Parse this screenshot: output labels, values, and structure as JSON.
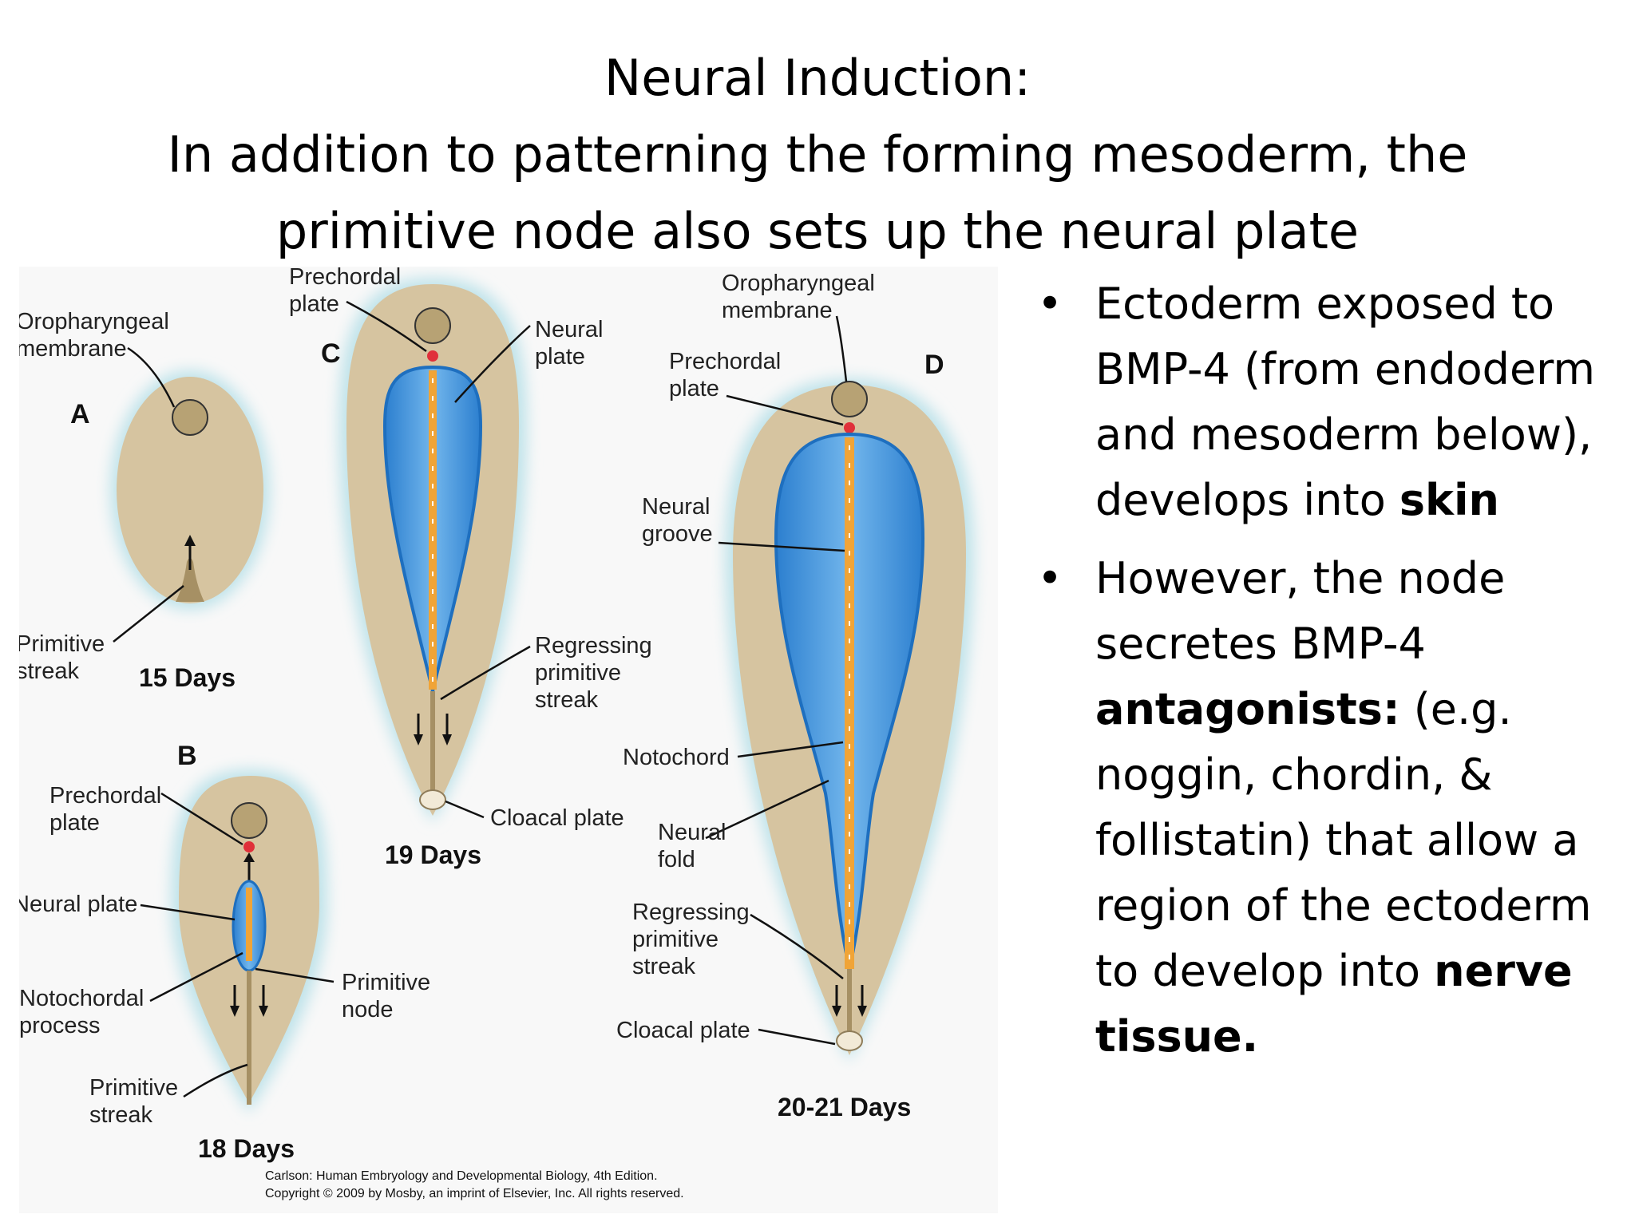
{
  "title": {
    "line1": "Neural Induction:",
    "line2": "In addition to patterning the forming mesoderm, the",
    "line3": "primitive node also sets up the neural plate"
  },
  "bullets": [
    {
      "parts": [
        {
          "text": "Ectoderm exposed to BMP-4 (from endoderm and mesoderm below), develops into ",
          "bold": false
        },
        {
          "text": "skin",
          "bold": true
        }
      ]
    },
    {
      "parts": [
        {
          "text": "However, the node secretes BMP-4 ",
          "bold": false
        },
        {
          "text": "antagonists:",
          "bold": true
        },
        {
          "text": " (e.g. noggin, chordin, & follistatin) that allow a region of the ectoderm to develop into ",
          "bold": false
        },
        {
          "text": "nerve tissue.",
          "bold": true
        }
      ]
    }
  ],
  "figure": {
    "panels": {
      "a": "A",
      "b": "B",
      "c": "C",
      "d": "D"
    },
    "ages": {
      "a": "15 Days",
      "b": "18 Days",
      "c": "19 Days",
      "d": "20-21 Days"
    },
    "labels": {
      "a_oropharyngeal_1": "Oropharyngeal",
      "a_oropharyngeal_2": "membrane",
      "a_primitive_streak_1": "Primitive",
      "a_primitive_streak_2": "streak",
      "b_prechordal_1": "Prechordal",
      "b_prechordal_2": "plate",
      "b_neural_plate": "Neural plate",
      "b_notochordal_1": "Notochordal",
      "b_notochordal_2": "process",
      "b_primitive_node_1": "Primitive",
      "b_primitive_node_2": "node",
      "b_primitive_streak_1": "Primitive",
      "b_primitive_streak_2": "streak",
      "c_prechordal_1": "Prechordal",
      "c_prechordal_2": "plate",
      "c_neural_plate_1": "Neural",
      "c_neural_plate_2": "plate",
      "c_regressing_1": "Regressing",
      "c_regressing_2": "primitive",
      "c_regressing_3": "streak",
      "c_cloacal": "Cloacal plate",
      "d_oropharyngeal_1": "Oropharyngeal",
      "d_oropharyngeal_2": "membrane",
      "d_prechordal_1": "Prechordal",
      "d_prechordal_2": "plate",
      "d_neural_groove_1": "Neural",
      "d_neural_groove_2": "groove",
      "d_notochord": "Notochord",
      "d_neural_fold_1": "Neural",
      "d_neural_fold_2": "fold",
      "d_regressing_1": "Regressing",
      "d_regressing_2": "primitive",
      "d_regressing_3": "streak",
      "d_cloacal": "Cloacal plate"
    },
    "credit_line1": "Carlson: Human Embryology and Developmental Biology, 4th Edition.",
    "credit_line2": "Copyright © 2009 by Mosby, an imprint of Elsevier, Inc. All rights reserved.",
    "colors": {
      "embryo_tan": "#d6c4a0",
      "membrane_fill": "#b7a274",
      "neural_blue": "#4a9de0",
      "notochord_orange": "#f0a437",
      "node_red": "#e0303a",
      "glow": "#bfe3ea"
    }
  }
}
